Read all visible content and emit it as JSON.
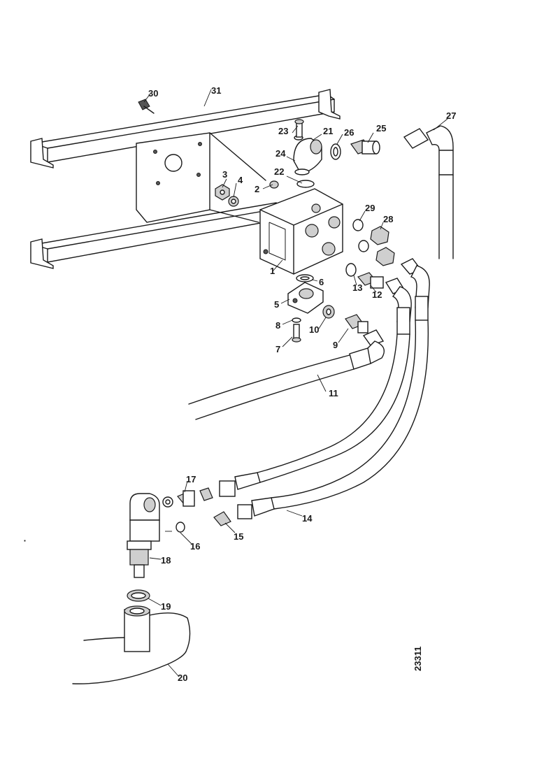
{
  "diagram": {
    "reference_number": "23311",
    "callouts": [
      "1",
      "2",
      "3",
      "4",
      "5",
      "6",
      "7",
      "8",
      "9",
      "10",
      "11",
      "12",
      "13",
      "14",
      "15",
      "16",
      "17",
      "18",
      "19",
      "20",
      "21",
      "22",
      "23",
      "24",
      "25",
      "26",
      "27",
      "28",
      "29",
      "30",
      "31"
    ]
  }
}
